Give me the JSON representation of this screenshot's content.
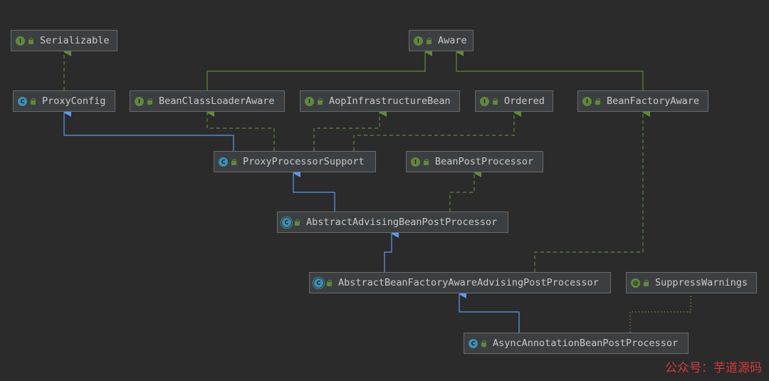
{
  "nodes": {
    "serializable": {
      "label": "Serializable",
      "kind": "I"
    },
    "aware": {
      "label": "Aware",
      "kind": "I"
    },
    "proxy_config": {
      "label": "ProxyConfig",
      "kind": "C"
    },
    "bean_class_loader_aware": {
      "label": "BeanClassLoaderAware",
      "kind": "I"
    },
    "aop_infrastructure_bean": {
      "label": "AopInfrastructureBean",
      "kind": "I"
    },
    "ordered": {
      "label": "Ordered",
      "kind": "I"
    },
    "bean_factory_aware": {
      "label": "BeanFactoryAware",
      "kind": "I"
    },
    "proxy_processor_support": {
      "label": "ProxyProcessorSupport",
      "kind": "C"
    },
    "bean_post_processor": {
      "label": "BeanPostProcessor",
      "kind": "I"
    },
    "abstract_advising_bean_post_processor": {
      "label": "AbstractAdvisingBeanPostProcessor",
      "kind": "A"
    },
    "abstract_bean_factory_aware_advising_post_processor": {
      "label": "AbstractBeanFactoryAwareAdvisingPostProcessor",
      "kind": "A"
    },
    "suppress_warnings": {
      "label": "SuppressWarnings",
      "kind": "@"
    },
    "async_annotation_bean_post_processor": {
      "label": "AsyncAnnotationBeanPostProcessor",
      "kind": "C"
    }
  },
  "colors": {
    "implements": "#62883c",
    "extends": "#5a9af0",
    "annotation": "#7d8f3a"
  },
  "watermark": "公众号：芋道源码"
}
